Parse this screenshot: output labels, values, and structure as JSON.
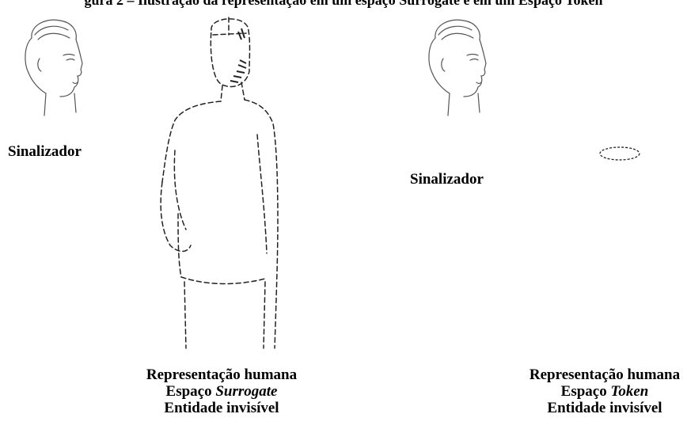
{
  "caption_top": "gura 2 – Ilustração da representação em um espaço Surrogate e em um Espaço Token",
  "left_panel": {
    "signer_label": "Sinalizador",
    "lines": [
      {
        "text": "Representação humana"
      },
      {
        "prefix": "Espaço ",
        "emph": "Surrogate"
      },
      {
        "text": "Entidade invisível"
      }
    ]
  },
  "right_panel": {
    "signer_label": "Sinalizador",
    "lines": [
      {
        "text": "Representação humana"
      },
      {
        "prefix": "Espaço ",
        "emph": "Token"
      },
      {
        "text": "Entidade invisível"
      }
    ]
  }
}
